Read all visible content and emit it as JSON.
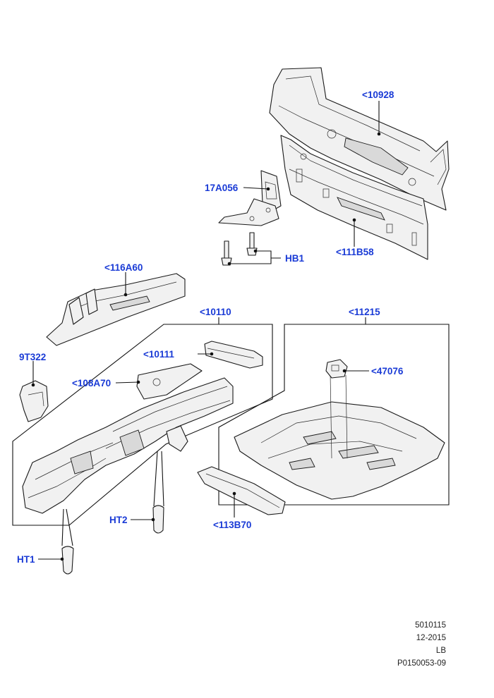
{
  "callouts": {
    "c10928": "<10928",
    "c17a056": "17A056",
    "c111b58": "<111B58",
    "chb1": "HB1",
    "c116a60": "<116A60",
    "c10110": "<10110",
    "c11215": "<11215",
    "c10111": "<10111",
    "c9t322": "9T322",
    "c108a70": "<108A70",
    "c47076": "<47076",
    "cht2": "HT2",
    "c113b70": "<113B70",
    "cht1": "HT1"
  },
  "footer": {
    "line1": "5010115",
    "line2": "12-2015",
    "line3": "LB",
    "line4": "P0150053-09"
  },
  "colors": {
    "callout_text": "#1a3bd6",
    "line_art": "#1a1a1a",
    "part_fill": "#f1f1f1"
  }
}
